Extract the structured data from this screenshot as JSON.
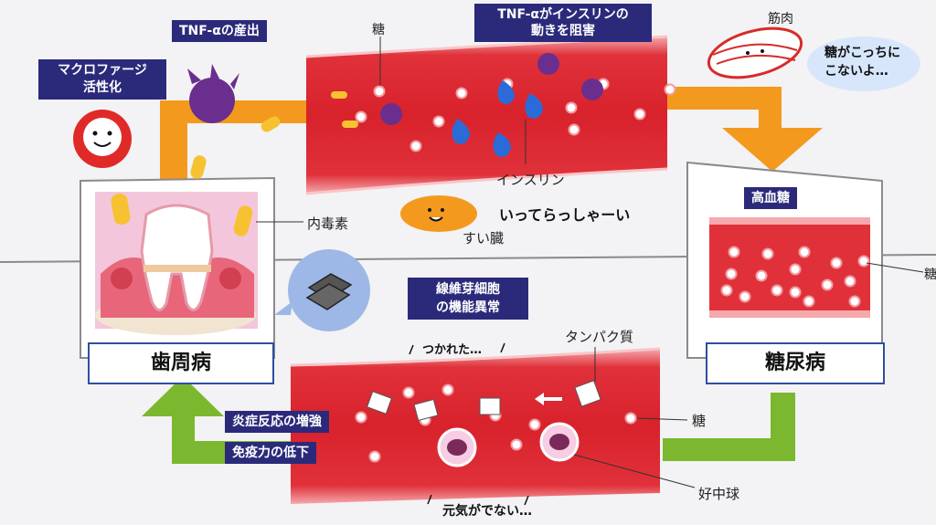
{
  "labels": {
    "macrophage": "マクロファージ\n活性化",
    "tnf_production": "TNF-αの産出",
    "tnf_blocks": "TNF-αがインスリンの\n動きを阻害",
    "sugar_top": "糖",
    "muscle": "筋肉",
    "muscle_speech": "糖がこっちに\nこないよ…",
    "insulin": "インスリン",
    "pancreas": "すい臓",
    "pancreas_speech": "いってらっしゃーい",
    "endotoxin": "内毒素",
    "fibroblast": "線維芽細胞\nの機能異常",
    "hyperglycemia": "高血糖",
    "sugar_right": "糖",
    "periodontal": "歯周病",
    "diabetes": "糖尿病",
    "tired": "つかれた…",
    "protein": "タンパク質",
    "sugar_bottom": "糖",
    "inflammation": "炎症反応の増強",
    "immunity": "免疫力の低下",
    "neutrophil": "好中球",
    "no_energy": "元気がでない…"
  },
  "colors": {
    "vessel": "#e0313a",
    "vessel_dark": "#b81e2a",
    "navy": "#2b2a7a",
    "orange": "#f39a1e",
    "green": "#7cb82f",
    "box_border": "#2f4ea0",
    "sugar": "#ffffff"
  },
  "icons": [
    "macrophage-icon",
    "tnf-alpha-icon",
    "endotoxin-icon",
    "insulin-icon",
    "pancreas-icon",
    "muscle-icon",
    "tooth-icon",
    "fibroblast-icon",
    "protein-icon",
    "neutrophil-icon"
  ]
}
